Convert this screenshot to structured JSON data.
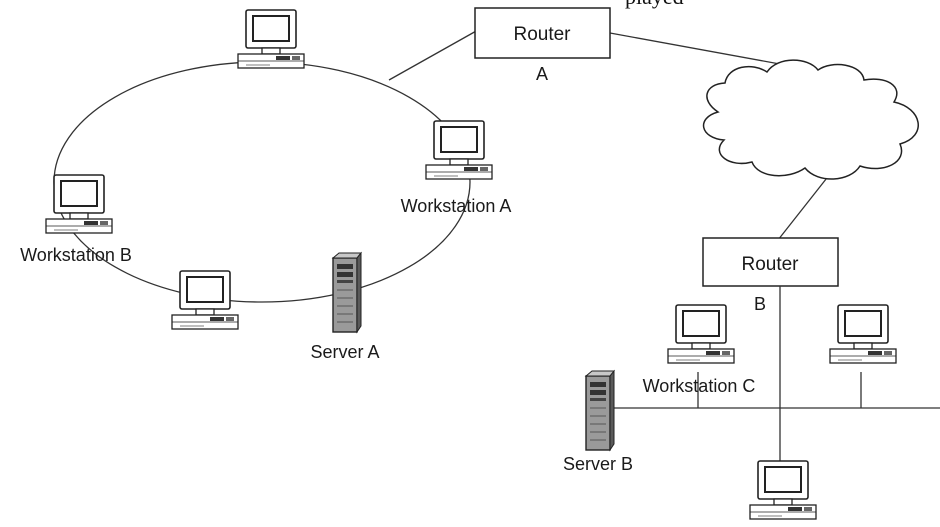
{
  "caption_fragment": "played",
  "routers": {
    "a": {
      "label": "Router",
      "sublabel": "A"
    },
    "b": {
      "label": "Router",
      "sublabel": "B"
    }
  },
  "labels": {
    "workstation_a": "Workstation A",
    "workstation_b": "Workstation B",
    "workstation_c": "Workstation C",
    "server_a": "Server A",
    "server_b": "Server B"
  },
  "topology": {
    "left_network": "ring",
    "right_network": "bus",
    "wan": "cloud"
  },
  "icons": [
    "workstation-icon",
    "server-tower-icon",
    "cloud-icon"
  ],
  "colors": {
    "line": "#333333",
    "fill": "#ffffff",
    "server": "#888888"
  }
}
